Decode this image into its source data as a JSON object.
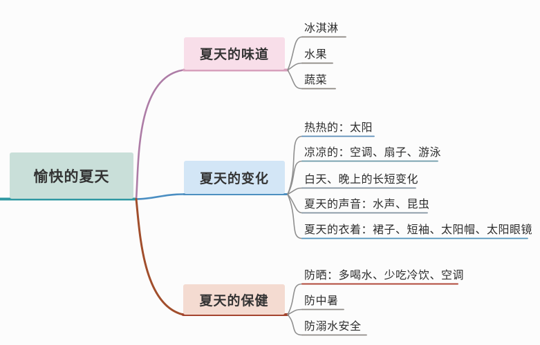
{
  "root": {
    "label": "愉快的夏天",
    "bg": "#c9dfd9",
    "underline_color": "#2f98a2",
    "text_color": "#3a3a3a"
  },
  "connector_color": "#8f8f8f",
  "branches": [
    {
      "label": "夏天的味道",
      "bg": "#f8dee9",
      "underline_color": "#d7a0bc",
      "curve_color": "#ad7ca6",
      "children": [
        {
          "label": "冰淇淋",
          "underline_color": "#8a8580"
        },
        {
          "label": "水果",
          "underline_color": "#8a8580"
        },
        {
          "label": "蔬菜",
          "underline_color": "#8a8580"
        }
      ]
    },
    {
      "label": "夏天的变化",
      "bg": "#d3e6f6",
      "underline_color": "#4d8fc0",
      "curve_color": "#4a8ec2",
      "children": [
        {
          "label": "热热的：太阳",
          "underline_color": "#5b8db8"
        },
        {
          "label": "凉凉的：空调、扇子、游泳",
          "underline_color": "#6b99a8"
        },
        {
          "label": "白天、晚上的长短变化",
          "underline_color": "#80919f"
        },
        {
          "label": "夏天的声音：水声、昆虫",
          "underline_color": "#80919f"
        },
        {
          "label": "夏天的衣着：裙子、短袖、太阳帽、太阳眼镜",
          "underline_color": "#4f92ba"
        }
      ]
    },
    {
      "label": "夏天的保健",
      "bg": "#f4dbd1",
      "underline_color": "#a4442e",
      "curve_color": "#a14e2c",
      "children": [
        {
          "label": "防晒：多喝水、少吃冷饮、空调",
          "underline_color": "#b1493a"
        },
        {
          "label": "防中暑",
          "underline_color": "#8f8a86"
        },
        {
          "label": "防溺水安全",
          "underline_color": "#8f8a86"
        }
      ]
    }
  ]
}
